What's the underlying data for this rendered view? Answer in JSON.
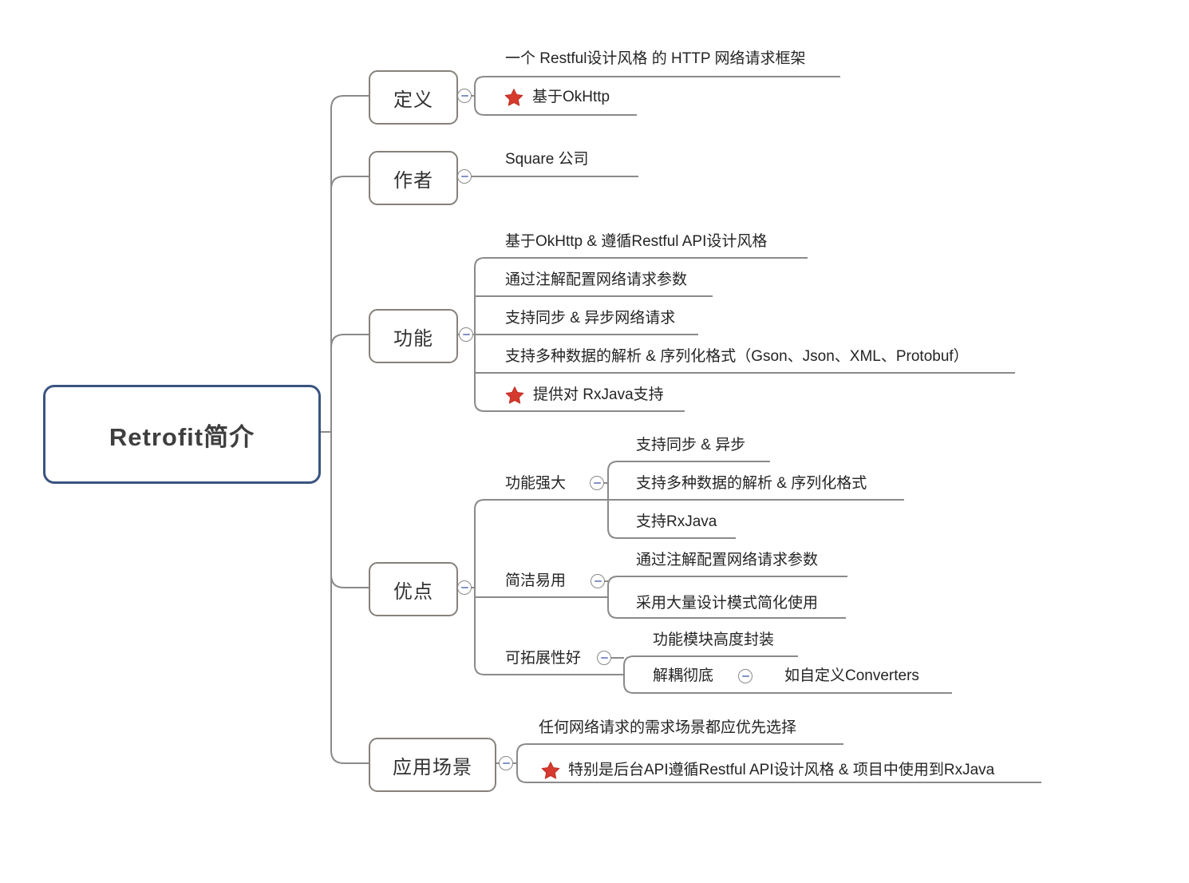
{
  "root": {
    "label": "Retrofit简介"
  },
  "branches": {
    "definition": {
      "label": "定义",
      "children": {
        "c1": {
          "label": "一个 Restful设计风格 的 HTTP 网络请求框架"
        },
        "c2": {
          "label": "基于OkHttp",
          "marker": "red-star"
        }
      }
    },
    "author": {
      "label": "作者",
      "children": {
        "c1": {
          "label": "Square 公司"
        }
      }
    },
    "features": {
      "label": "功能",
      "children": {
        "c1": {
          "label": "基于OkHttp & 遵循Restful API设计风格"
        },
        "c2": {
          "label": "通过注解配置网络请求参数"
        },
        "c3": {
          "label": "支持同步 & 异步网络请求"
        },
        "c4": {
          "label": "支持多种数据的解析 & 序列化格式（Gson、Json、XML、Protobuf）"
        },
        "c5": {
          "label": "提供对 RxJava支持",
          "marker": "red-star"
        }
      }
    },
    "advantages": {
      "label": "优点",
      "children": {
        "powerful": {
          "label": "功能强大",
          "children": {
            "c1": {
              "label": "支持同步 & 异步"
            },
            "c2": {
              "label": "支持多种数据的解析 & 序列化格式"
            },
            "c3": {
              "label": "支持RxJava"
            }
          }
        },
        "concise": {
          "label": "简洁易用",
          "children": {
            "c1": {
              "label": "通过注解配置网络请求参数"
            },
            "c2": {
              "label": "采用大量设计模式简化使用"
            }
          }
        },
        "extensible": {
          "label": "可拓展性好",
          "children": {
            "c1": {
              "label": "功能模块高度封装"
            },
            "c2": {
              "label": "解耦彻底",
              "children": {
                "c1": {
                  "label": "如自定义Converters"
                }
              }
            }
          }
        }
      }
    },
    "scenarios": {
      "label": "应用场景",
      "children": {
        "c1": {
          "label": "任何网络请求的需求场景都应优先选择"
        },
        "c2": {
          "label": "特别是后台API遵循Restful API设计风格 & 项目中使用到RxJava",
          "marker": "red-star"
        }
      }
    }
  },
  "colors": {
    "line": "#8a8a8a",
    "box_border": "#86817a",
    "root_border": "#3a5480",
    "star_red": "#d63a2e",
    "collapse_minus": "#8292c8"
  }
}
